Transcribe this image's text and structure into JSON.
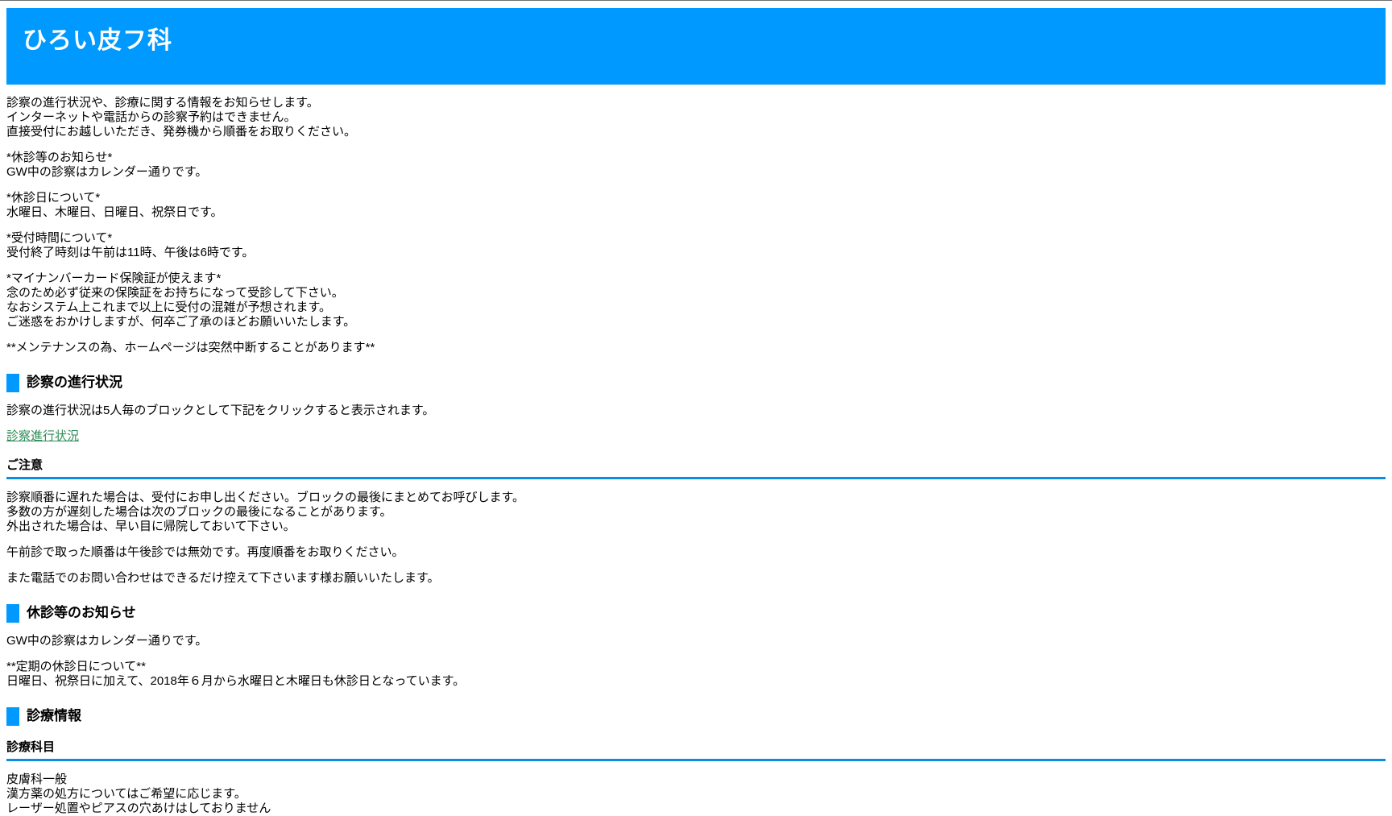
{
  "colors": {
    "header_bg": "#0099ff",
    "rule_blue": "#0d8de2",
    "link_green": "#2e8b57",
    "text": "#000000",
    "page_bg": "#ffffff"
  },
  "header": {
    "title": "ひろい皮フ科"
  },
  "intro": {
    "p1": [
      "診察の進行状況や、診療に関する情報をお知らせします。",
      "インターネットや電話からの診察予約はできません。",
      "直接受付にお越しいただき、発券機から順番をお取りください。"
    ],
    "p2": [
      "*休診等のお知らせ*",
      "GW中の診察はカレンダー通りです。"
    ],
    "p3": [
      "*休診日について*",
      "水曜日、木曜日、日曜日、祝祭日です。"
    ],
    "p4": [
      "*受付時間について*",
      "受付終了時刻は午前は11時、午後は6時です。"
    ],
    "p5": [
      "*マイナンバーカード保険証が使えます*",
      "念のため必ず従来の保険証をお持ちになって受診して下さい。",
      "なおシステム上これまで以上に受付の混雑が予想されます。",
      "ご迷惑をおかけしますが、何卒ご了承のほどお願いいたします。"
    ],
    "p6": [
      "**メンテナンスの為、ホームページは突然中断することがあります**"
    ]
  },
  "progress_section": {
    "heading": "診察の進行状況",
    "description": "診察の進行状況は5人毎のブロックとして下記をクリックすると表示されます。",
    "link_label": "診察進行状況",
    "notice_heading": "ご注意",
    "notice_p1": [
      "診察順番に遅れた場合は、受付にお申し出ください。ブロックの最後にまとめてお呼びします。",
      "多数の方が遅刻した場合は次のブロックの最後になることがあります。",
      "外出された場合は、早い目に帰院しておいて下さい。"
    ],
    "notice_p2": [
      "午前診で取った順番は午後診では無効です。再度順番をお取りください。"
    ],
    "notice_p3": [
      "また電話でのお問い合わせはできるだけ控えて下さいます様お願いいたします。"
    ]
  },
  "closure_section": {
    "heading": "休診等のお知らせ",
    "p1": [
      "GW中の診察はカレンダー通りです。"
    ],
    "p2": [
      "**定期の休診日について**",
      "日曜日、祝祭日に加えて、2018年６月から水曜日と木曜日も休診日となっています。"
    ]
  },
  "info_section": {
    "heading": "診療情報",
    "sub_heading": "診療科目",
    "p1": [
      "皮膚科一般",
      "漢方薬の処方についてはご希望に応じます。",
      "レーザー処置やピアスの穴あけはしておりません"
    ]
  }
}
